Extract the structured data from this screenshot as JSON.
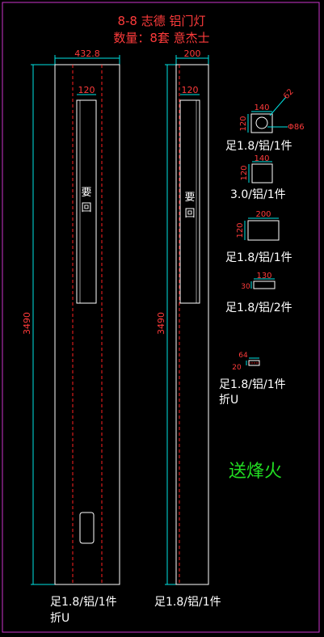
{
  "header": {
    "line1": "8-8 志德 铝门灯",
    "line2": "数量：8套  意杰士"
  },
  "left_part": {
    "width_dim": "432.8",
    "height_dim": "3490",
    "window_dim": "120",
    "window_label_line1": "要",
    "window_label_line2": "回",
    "spec_line1": "足1.8/铝/1件",
    "spec_line2": "折U"
  },
  "right_part": {
    "width_dim": "200",
    "height_dim": "3490",
    "window_dim": "120",
    "window_label_line1": "要",
    "window_label_line2": "回",
    "spec_line1": "足1.8/铝/1件"
  },
  "details": [
    {
      "dims": {
        "width": "140",
        "height": "120",
        "diag": "62",
        "circle": "Φ86"
      },
      "spec_line1": "足1.8/铝/1件"
    },
    {
      "dims": {
        "width": "140",
        "height": "120"
      },
      "spec_line1": "3.0/铝/1件"
    },
    {
      "dims": {
        "width": "200",
        "height": "120"
      },
      "spec_line1": "足1.8/铝/1件"
    },
    {
      "dims": {
        "width": "130",
        "height": "30"
      },
      "spec_line1": "足1.8/铝/2件"
    },
    {
      "dims": {
        "width": "64",
        "height": "20"
      },
      "spec_line1": "足1.8/铝/1件",
      "spec_line2": "折U"
    }
  ],
  "note": "送烽火",
  "colors": {
    "background": "#000000",
    "border": "#cc33cc",
    "outline": "#ffffff",
    "dimension": "#00e5e5",
    "dimension_text": "#ff3b3b",
    "centerline": "#ff2020",
    "note": "#22dd22"
  }
}
